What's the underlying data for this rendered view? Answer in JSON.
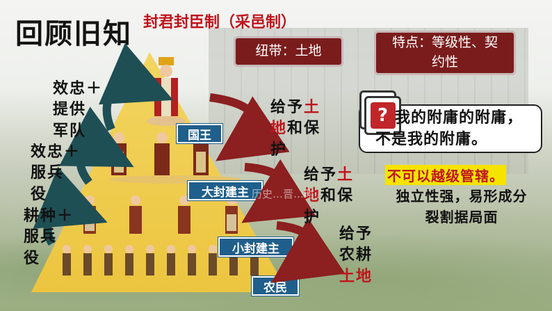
{
  "title": "回顾旧知",
  "subtitle": "封君封臣制（采邑制）",
  "bond_box": "纽带：土地",
  "feature_box": {
    "line1": "特点：等级性、契",
    "line2": "约性"
  },
  "levels": [
    "国王",
    "大封建主",
    "小封建主",
    "农民"
  ],
  "left_labels": [
    {
      "lines": [
        "效忠＋",
        "提供",
        "军队"
      ]
    },
    {
      "lines": [
        "效忠＋",
        "服兵",
        "役"
      ]
    },
    {
      "lines": [
        "耕种＋",
        "服兵",
        "役"
      ]
    }
  ],
  "right_labels": [
    {
      "lines": [
        [
          "给予",
          "土"
        ],
        [
          "地",
          "和保"
        ],
        [
          "护",
          ""
        ]
      ]
    },
    {
      "lines": [
        [
          "给予",
          "土"
        ],
        [
          "地",
          "和保"
        ],
        [
          "护",
          ""
        ]
      ]
    },
    {
      "lines": [
        [
          "给予",
          ""
        ],
        [
          "农耕",
          ""
        ],
        [
          "",
          "土地"
        ]
      ]
    }
  ],
  "question_badge": "?",
  "note": {
    "line1": "我的附庸的附庸，",
    "line2": "不是我的附庸。"
  },
  "warning": "不可以越级管辖。",
  "consequence": {
    "line1": "独立性强，易形成分",
    "line2": "裂割据局面"
  },
  "watermark": "历史…晋…时",
  "colors": {
    "accent_red": "#c0141c",
    "box_red": "#7a1c1c",
    "level_blue": "#1f5f8b",
    "pyramid_yellow": "#ecc53f",
    "highlight_yellow": "#f5e400",
    "arrow_teal": "#1e4f55",
    "arrow_red": "#8c1f1f"
  }
}
